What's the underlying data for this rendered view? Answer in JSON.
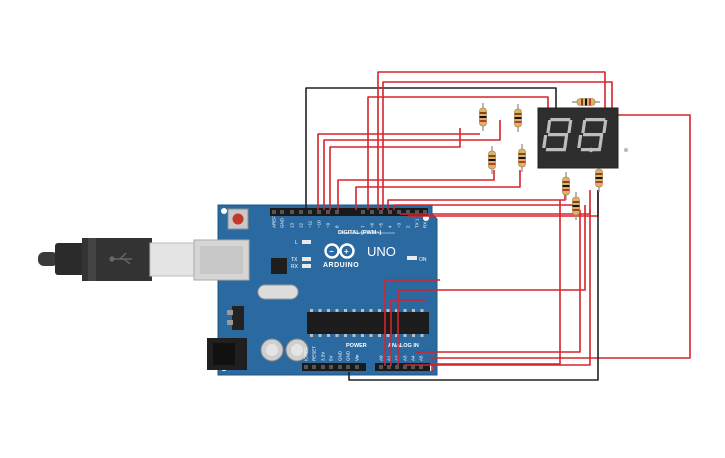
{
  "board": {
    "brand": "ARDUINO",
    "model": "UNO",
    "digital_label": "DIGITAL (PWM~)",
    "power_label": "POWER",
    "analog_label": "ANALOG IN",
    "led_l": "L",
    "led_tx": "TX",
    "led_rx": "RX",
    "led_on": "ON",
    "digital_pins": [
      "AREF",
      "GND",
      "13",
      "12",
      "~11",
      "~10",
      "~9",
      "8",
      "7",
      "~6",
      "~5",
      "4",
      "~3",
      "2",
      "TX 1",
      "RX 0"
    ],
    "power_pins": [
      "IOREF",
      "RESET",
      "3.3V",
      "5V",
      "GND",
      "GND",
      "Vin"
    ],
    "analog_pins": [
      "A0",
      "A1",
      "A2",
      "A3",
      "A4",
      "A5"
    ]
  },
  "display": {
    "digits": [
      "8.",
      "8."
    ]
  },
  "colors": {
    "board": "#2a6aa0",
    "wire_red": "#d6232b",
    "wire_black": "#222222",
    "display_body": "#2e2e2e",
    "segment": "#bdbdbd"
  },
  "icons": {
    "usb": "usb-icon",
    "logo": "arduino-infinity-icon"
  }
}
